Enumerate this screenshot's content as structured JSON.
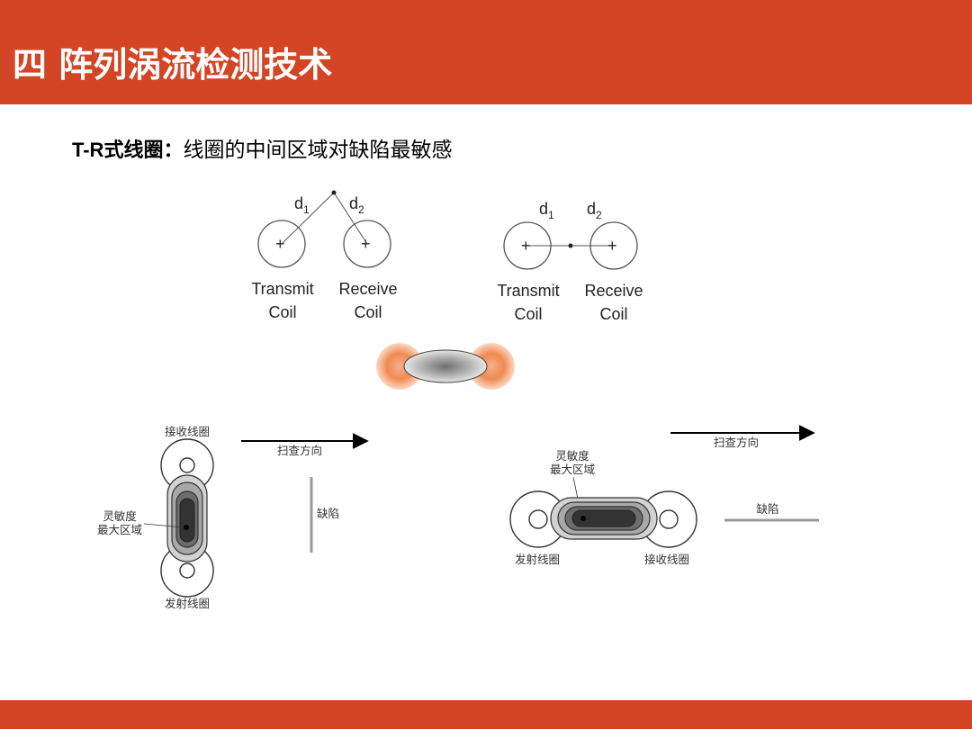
{
  "header": {
    "title": "四 阵列涡流检测技术"
  },
  "subtitle": {
    "label": "T-R式线圈：",
    "text": "线圈的中间区域对缺陷最敏感"
  },
  "left_coils": {
    "d1": "d",
    "d1_sub": "1",
    "d2": "d",
    "d2_sub": "2",
    "plus": "+",
    "transmit_1": "Transmit",
    "transmit_2": "Coil",
    "receive_1": "Receive",
    "receive_2": "Coil"
  },
  "right_coils": {
    "d1": "d",
    "d1_sub": "1",
    "d2": "d",
    "d2_sub": "2",
    "plus": "+",
    "transmit_1": "Transmit",
    "transmit_2": "Coil",
    "receive_1": "Receive",
    "receive_2": "Coil"
  },
  "vertical_probe": {
    "receive_coil": "接收线圈",
    "scan_direction": "扫查方向",
    "sensitivity_1": "灵敏度",
    "sensitivity_2": "最大区域",
    "defect": "缺陷",
    "transmit_coil": "发射线圈"
  },
  "horizontal_probe": {
    "scan_direction": "扫查方向",
    "sensitivity_1": "灵敏度",
    "sensitivity_2": "最大区域",
    "defect": "缺陷",
    "transmit_coil": "发射线圈",
    "receive_coil": "接收线圈"
  },
  "colors": {
    "header": "#d34524",
    "coil_orange": "#f08a52"
  }
}
